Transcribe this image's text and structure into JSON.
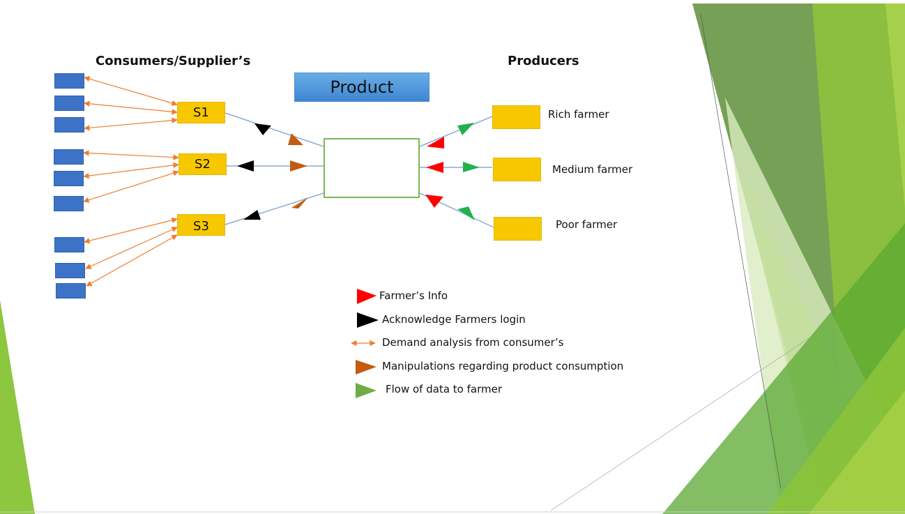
{
  "headings": {
    "consumers": "Consumers/Supplier’s",
    "producers": "Producers",
    "product": "Product"
  },
  "suppliers": [
    "S1",
    "S2",
    "S3"
  ],
  "producers": [
    "Rich farmer",
    "Medium farmer",
    "Poor farmer"
  ],
  "legend": [
    {
      "label": "Farmer’s Info",
      "marker": "red-triangle"
    },
    {
      "label": "Acknowledge Farmers login",
      "marker": "black-triangle"
    },
    {
      "label": "Demand analysis from consumer’s",
      "marker": "orange-double-arrow"
    },
    {
      "label": "Manipulations regarding product consumption",
      "marker": "brown-triangle"
    },
    {
      "label": "Flow of data to farmer",
      "marker": "green-triangle"
    }
  ],
  "colors": {
    "consumer_box": "#3d73c7",
    "supplier_box": "#f7c800",
    "center_border": "#78b854",
    "connector": "#8fa9d8",
    "demand_arrow": "#ed7d31",
    "red_marker": "#ff0000",
    "black_marker": "#000000",
    "brown_marker": "#c55a11",
    "green_marker": "#21b24b"
  }
}
